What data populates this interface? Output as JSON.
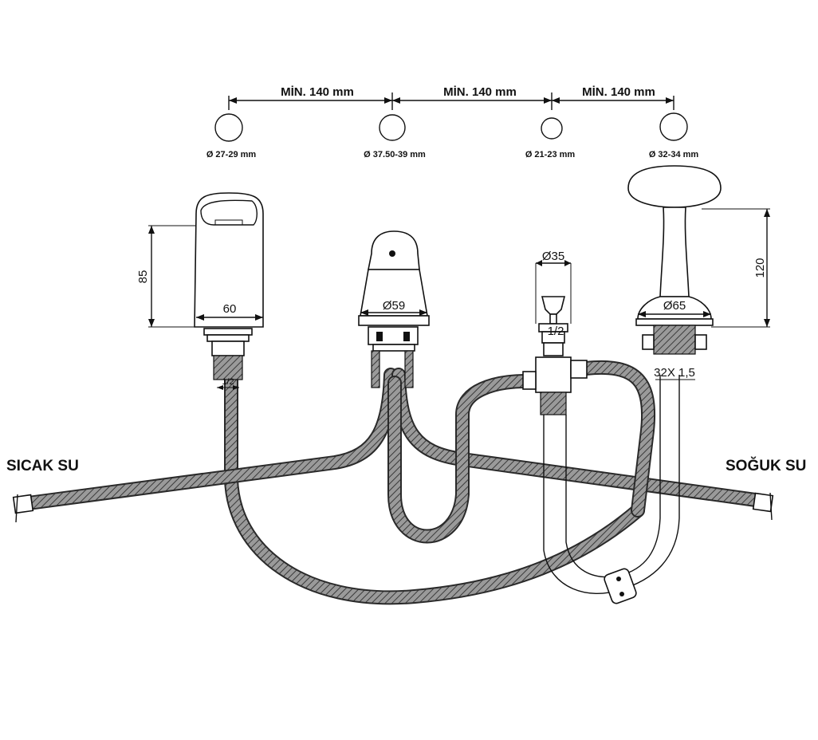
{
  "colors": {
    "line": "#111111",
    "hose_fill": "#8f8f8f",
    "hose_edge": "#2a2a2a",
    "background": "#ffffff"
  },
  "labels": {
    "hot_water": "SICAK SU",
    "cold_water": "SOĞUK SU"
  },
  "spacing": [
    {
      "text": "MİN. 140 mm"
    },
    {
      "text": "MİN. 140 mm"
    },
    {
      "text": "MİN. 140 mm"
    }
  ],
  "holes": [
    {
      "diameter_text": "Ø 27-29 mm"
    },
    {
      "diameter_text": "Ø 37.50-39 mm"
    },
    {
      "diameter_text": "Ø 21-23 mm"
    },
    {
      "diameter_text": "Ø 32-34 mm"
    }
  ],
  "dimensions": {
    "spout_height": "85",
    "spout_width": "60",
    "spout_thread": "1/2",
    "mixer_diameter": "Ø59",
    "diverter_diameter": "Ø35",
    "diverter_thread": "1/2",
    "shower_height": "120",
    "shower_base_diameter": "Ø65",
    "shower_thread": "32X 1,5"
  }
}
